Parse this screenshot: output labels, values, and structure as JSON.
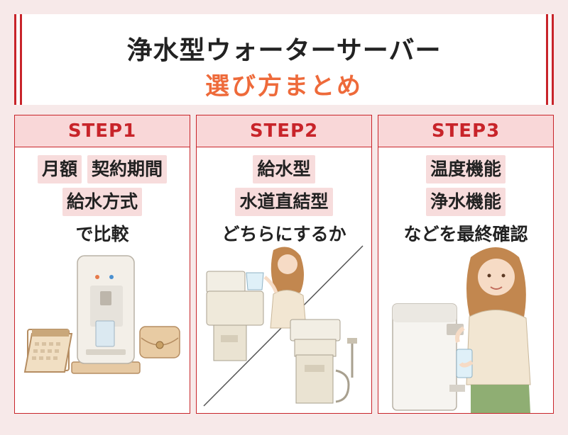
{
  "title": {
    "main": "浄水型ウォーターサーバー",
    "sub": "選び方まとめ"
  },
  "steps": [
    {
      "header": "STEP1",
      "highlights": [
        "月額",
        "契約期間",
        "給水方式"
      ],
      "plain": "で比較",
      "illustration": "water-server-calendar-wallet"
    },
    {
      "header": "STEP2",
      "highlights": [
        "給水型",
        "水道直結型"
      ],
      "plain": "どちらにするか",
      "illustration": "refill-vs-tap-connected-server"
    },
    {
      "header": "STEP3",
      "highlights": [
        "温度機能",
        "浄水機能"
      ],
      "plain": "などを最終確認",
      "illustration": "woman-pouring-water"
    }
  ],
  "colors": {
    "accent_red": "#c8242a",
    "title_orange": "#ee6a3a",
    "header_pink": "#f9d7d8",
    "highlight_pink": "#f7dcdc",
    "background": "#f7e9e9"
  }
}
